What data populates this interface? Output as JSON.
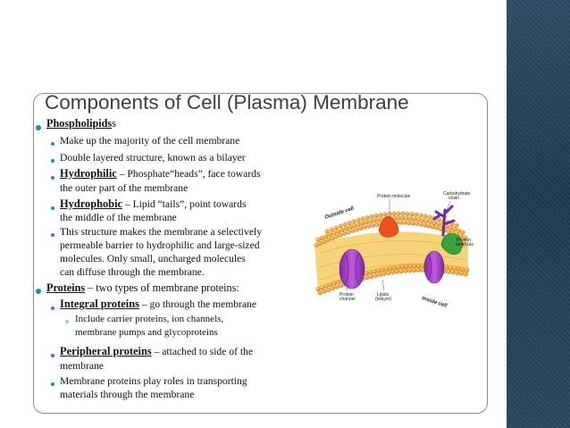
{
  "slide": {
    "title": "Components of Cell (Plasma) Membrane",
    "sections": {
      "phospholipids": {
        "heading": "Phospholipids",
        "bullets": {
          "b1": "Make up the majority of the cell membrane",
          "b2": "Double layered structure, known as a bilayer",
          "b3_term": "Hydrophilic",
          "b3_text": " – Phosphate“heads”,  face towards",
          "b3_cont": "the outer part of the membrane",
          "b4_term": "Hydrophobic",
          "b4_text": " – Lipid “tails”, point  towards",
          "b4_cont": "the middle of the membrane",
          "b5_l1": "This structure makes the membrane a selectively",
          "b5_l2": "permeable barrier to hydrophilic and large-sized",
          "b5_l3": "molecules.   Only small, uncharged molecules",
          "b5_l4": "can diffuse through the membrane."
        }
      },
      "proteins": {
        "heading": "Proteins",
        "heading_text": " – two types of membrane proteins:",
        "integral_term": "Integral proteins",
        "integral_text": " – go through the membrane",
        "integral_sub_l1": "Include carrier proteins, ion channels,",
        "integral_sub_l2": "membrane pumps and glycoproteins",
        "peripheral_term": "Peripheral proteins",
        "peripheral_text": " – attached to side of the",
        "peripheral_cont": "membrane",
        "roles_l1": "Membrane proteins play roles in transporting",
        "roles_l2": "materials through the membrane"
      }
    },
    "diagram": {
      "label_protein_molecule": "Protein molecule",
      "label_carbohydrate_l1": "Carbohydrate",
      "label_carbohydrate_l2": "chain",
      "label_outside": "Outside cell",
      "label_inside": "Inside cell",
      "label_protein_r_l1": "Protein",
      "label_protein_r_l2": "molecule",
      "label_channel_l1": "Protein",
      "label_channel_l2": "channel",
      "label_lipids_l1": "Lipids",
      "label_lipids_l2": "(bilayer)"
    }
  },
  "colors": {
    "accent_bullet": "#1e8e9a",
    "side_bar": "#223b4f",
    "heads": "#f2a12b",
    "tails": "#f7d37a",
    "channel_protein": "#a83cc8",
    "peripheral_protein": "#e8531e",
    "green_protein": "#3ba33a",
    "carbohydrate": "#6b2fa3"
  }
}
